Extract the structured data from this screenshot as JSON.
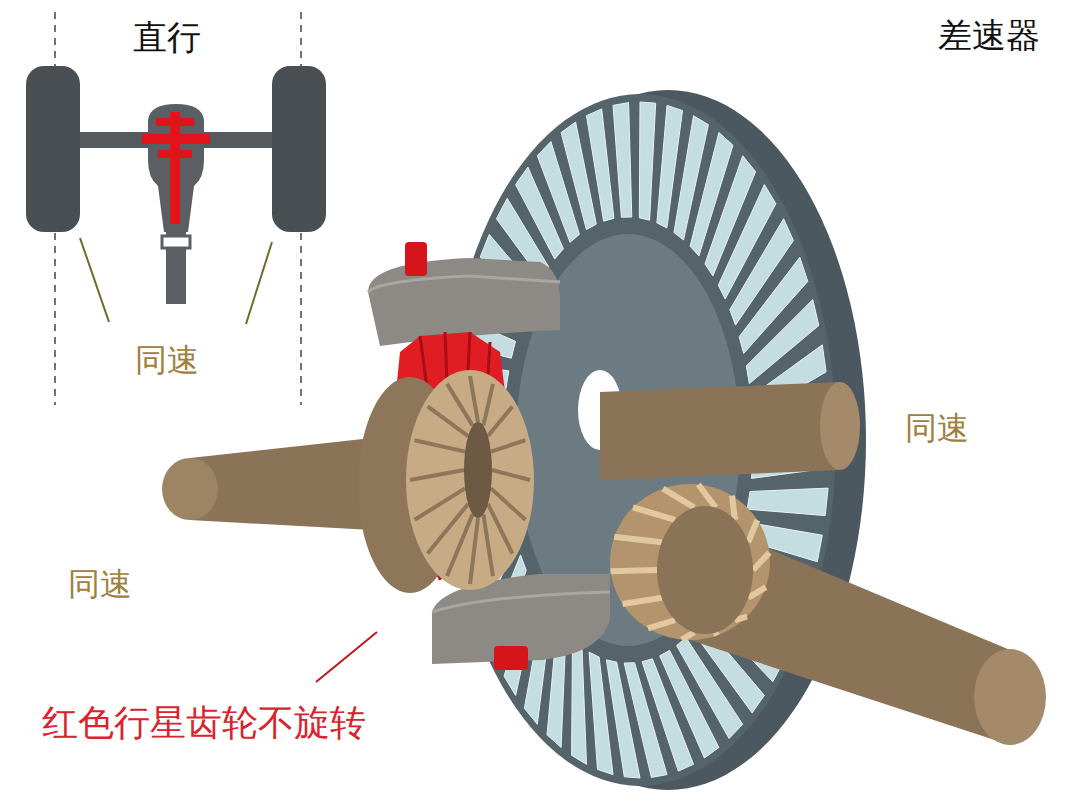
{
  "diagram": {
    "title": "差速器",
    "labels": [
      "直行",
      "同速",
      "同速",
      "同速",
      "红色行星齿轮不旋转"
    ]
  }
}
